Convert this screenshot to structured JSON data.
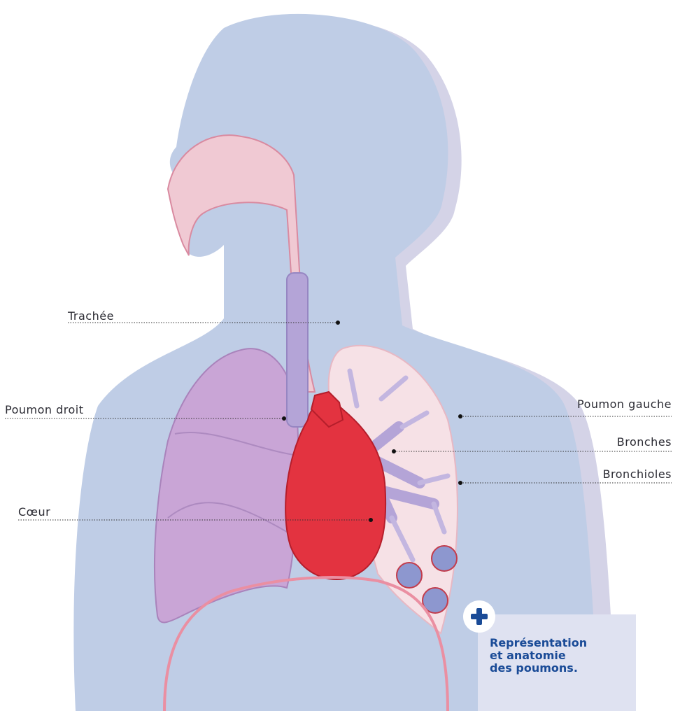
{
  "labels": {
    "trachee": "Trachée",
    "poumon_droit": "Poumon droit",
    "coeur": "Cœur",
    "poumon_gauche": "Poumon gauche",
    "bronches": "Bronches",
    "bronchioles": "Bronchioles"
  },
  "info_card": {
    "text": "Représentation\net anatomie\ndes poumons.",
    "icon": "plus-icon"
  },
  "colors": {
    "body_fill": "#bccbe4",
    "body_shadow": "#d3d3e6",
    "lung_right": "#c9a6d6",
    "lung_left": "#f7e2e6",
    "heart": "#e2343e",
    "airway": "#b3a3d6",
    "accent_blue": "#1a4b97"
  }
}
